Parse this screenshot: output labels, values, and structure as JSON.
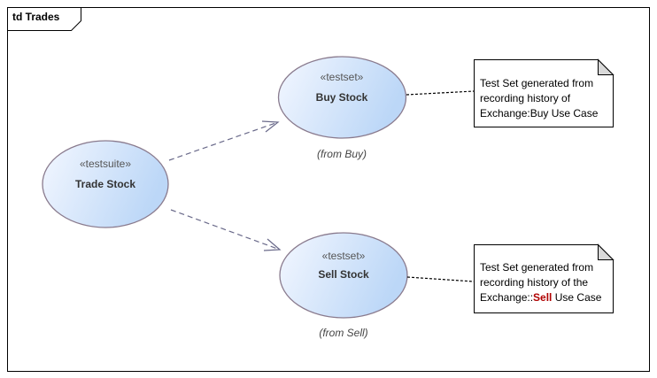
{
  "frame": {
    "title": "td Trades"
  },
  "use_cases": {
    "suite": {
      "stereotype": "«testsuite»",
      "name": "Trade Stock"
    },
    "buy": {
      "stereotype": "«testset»",
      "name": "Buy Stock",
      "from": "(from Buy)"
    },
    "sell": {
      "stereotype": "«testset»",
      "name": "Sell Stock",
      "from": "(from Sell)"
    }
  },
  "notes": {
    "buy": {
      "line1": "Test Set generated from",
      "line2": "recording history of",
      "line3": "Exchange:Buy Use Case"
    },
    "sell": {
      "line1": "Test Set generated from",
      "line2": "recording history of the",
      "line3_pre": "Exchange::",
      "line3_hl": "Sell",
      "line3_post": " Use Case"
    }
  },
  "colors": {
    "ellipse_fill_light": "#eef4fe",
    "ellipse_fill_dark": "#c2dcf8",
    "ellipse_stroke": "#8a7b8e",
    "arrow": "#6a6a8a",
    "highlight_text": "#b00000"
  }
}
